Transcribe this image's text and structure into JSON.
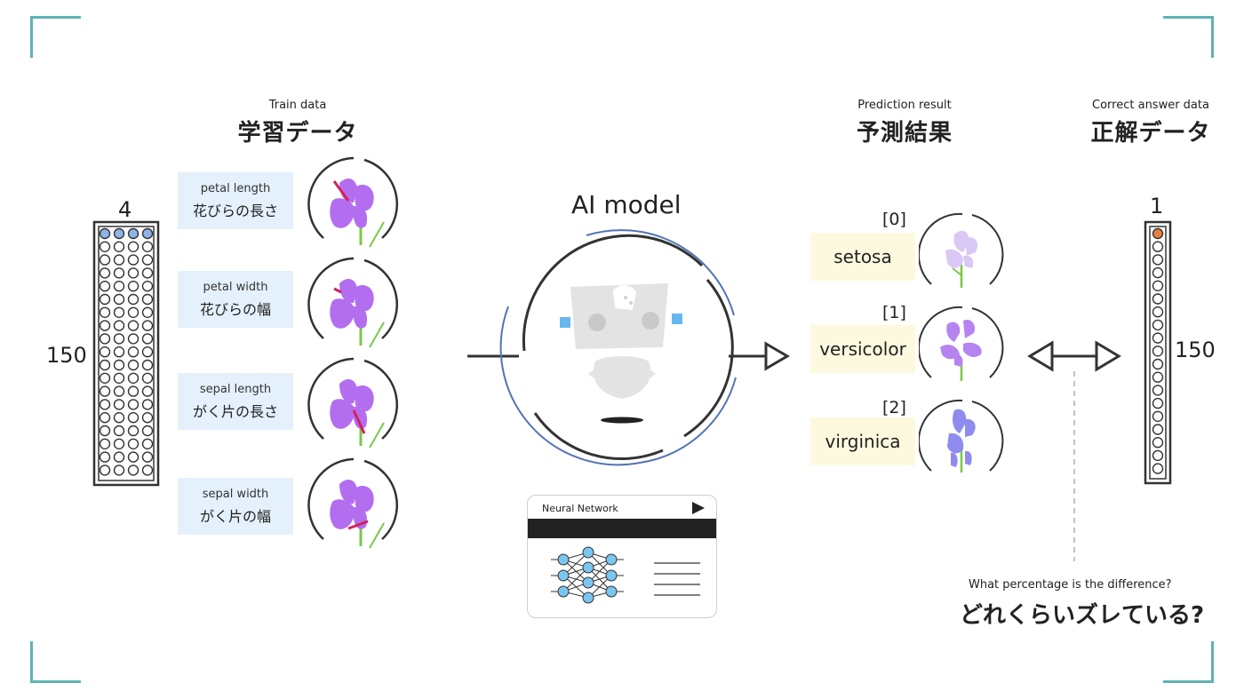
{
  "train": {
    "en": "Train data",
    "ja": "学習データ"
  },
  "input_matrix": {
    "cols_label": "4",
    "rows_label": "150",
    "cols": 4,
    "rows": 19
  },
  "features": [
    {
      "en": "petal length",
      "ja": "花びらの長さ"
    },
    {
      "en": "petal width",
      "ja": "花びらの幅"
    },
    {
      "en": "sepal length",
      "ja": "がく片の長さ"
    },
    {
      "en": "sepal width",
      "ja": "がく片の幅"
    }
  ],
  "model": {
    "title": "AI model"
  },
  "nn_card": {
    "title": "Neural Network"
  },
  "prediction": {
    "en": "Prediction result",
    "ja": "予測結果"
  },
  "classes": [
    {
      "index": "[0]",
      "name": "setosa"
    },
    {
      "index": "[1]",
      "name": "versicolor"
    },
    {
      "index": "[2]",
      "name": "virginica"
    }
  ],
  "answer": {
    "en": "Correct answer data",
    "ja": "正解データ",
    "cols_label": "1",
    "rows_label": "150",
    "rows": 19
  },
  "difference": {
    "en": "What percentage is the difference?",
    "ja": "どれくらいズレている?"
  },
  "colors": {
    "corner": "#5fb3b3",
    "feature_bg": "#e4f0fb",
    "class_bg": "#fdf9df",
    "iris_purple": "#b36ef0",
    "setosa": "#d9c8f5",
    "versicolor": "#b684f0",
    "virginica": "#8f8cf0",
    "model_ring_blue": "#5474b8",
    "answer_dot": "#e8803c",
    "input_dot": "#8fb4ea"
  }
}
